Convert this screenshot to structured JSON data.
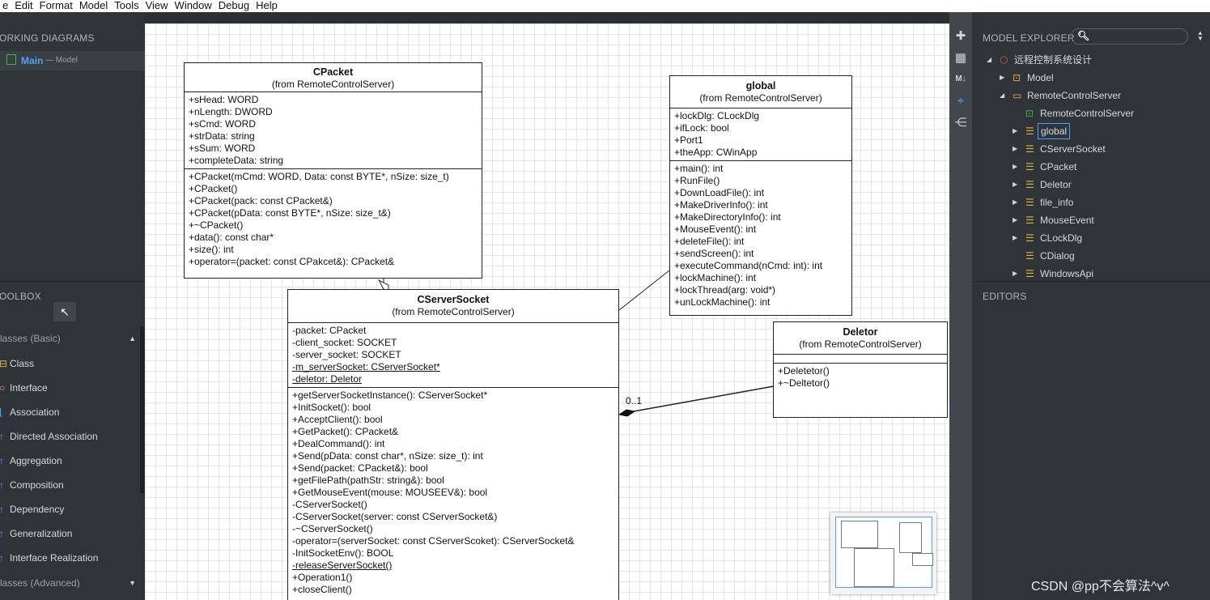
{
  "menu": [
    "e",
    "Edit",
    "Format",
    "Model",
    "Tools",
    "View",
    "Window",
    "Debug",
    "Help"
  ],
  "working_diagrams": {
    "title": "ORKING DIAGRAMS",
    "item_label": "Main",
    "item_sub": "— Model"
  },
  "toolbox": {
    "title": "OOLBOX",
    "section_basic": "lasses (Basic)",
    "section_advanced": "lasses (Advanced)",
    "items": [
      {
        "glyph": "⊟",
        "label": "Class",
        "color": "yellow"
      },
      {
        "glyph": "○",
        "label": "Interface",
        "color": "yellow"
      },
      {
        "glyph": "⌊",
        "label": "Association",
        "color": "blue"
      },
      {
        "glyph": "↑",
        "label": "Directed Association",
        "color": "blue"
      },
      {
        "glyph": "↑",
        "label": "Aggregation",
        "color": "blue"
      },
      {
        "glyph": "↑",
        "label": "Composition",
        "color": "blue"
      },
      {
        "glyph": "↑",
        "label": "Dependency",
        "color": "blue"
      },
      {
        "glyph": "↑",
        "label": "Generalization",
        "color": "blue"
      },
      {
        "glyph": "↑",
        "label": "Interface Realization",
        "color": "blue"
      }
    ]
  },
  "diagram": {
    "cpacket": {
      "name": "CPacket",
      "from": "(from RemoteControlServer)",
      "attrs": [
        "+sHead: WORD",
        "+nLength: DWORD",
        "+sCmd: WORD",
        "+strData: string",
        "+sSum: WORD",
        "+completeData: string"
      ],
      "ops": [
        "+CPacket(mCmd: WORD, Data: const BYTE*, nSize: size_t)",
        "+CPacket()",
        "+CPacket(pack: const CPacket&)",
        "+CPacket(pData: const BYTE*, nSize: size_t&)",
        "+~CPacket()",
        "+data(): const char*",
        "+size(): int",
        "+operator=(packet: const CPakcet&): CPacket&"
      ]
    },
    "global": {
      "name": "global",
      "from": "(from RemoteControlServer)",
      "attrs": [
        "+lockDlg: CLockDlg",
        "+ifLock: bool",
        "+Port1",
        "+theApp: CWinApp"
      ],
      "ops": [
        "+main(): int",
        "+RunFile()",
        "+DownLoadFile(): int",
        "+MakeDriverInfo(): int",
        "+MakeDirectoryInfo(): int",
        "+MouseEvent(): int",
        "+deleteFile(): int",
        "+sendScreen(): int",
        "+executeCommand(nCmd: int): int",
        "+lockMachine(): int",
        "+lockThread(arg: void*)",
        "+unLockMachine(): int"
      ]
    },
    "cserversocket": {
      "name": "CServerSocket",
      "from": "(from RemoteControlServer)",
      "attrs": [
        "-packet: CPacket",
        "-client_socket: SOCKET",
        "-server_socket: SOCKET",
        "-m_serverSocket: CServerSocket*",
        "-deletor: Deletor"
      ],
      "ops": [
        "+getServerSocketInstance(): CServerSocket*",
        "+InitSocket(): bool",
        "+AcceptClient(): bool",
        "+GetPacket(): CPacket&",
        "+DealCommand(): int",
        "+Send(pData: const char*, nSize: size_t): int",
        "+Send(packet: CPacket&): bool",
        "+getFilePath(pathStr: string&): bool",
        "+GetMouseEvent(mouse: MOUSEEV&): bool",
        "-CServerSocket()",
        "-CServerSocket(server: const CServerSocket&)",
        "-~CServerSocket()",
        "-operator=(serverSocket: const CServerScoket): CServerSocket&",
        "-InitSocketEnv(): BOOL",
        "-releaseServerSocket()",
        "+Operation1()",
        "+closeClient()"
      ]
    },
    "deletor": {
      "name": "Deletor",
      "from": "(from RemoteControlServer)",
      "attrs": [],
      "ops": [
        "+Deletetor()",
        "+~Deltetor()"
      ]
    },
    "multiplicity": "0..1"
  },
  "model_explorer": {
    "title": "MODEL EXPLORER",
    "editors_title": "EDITORS",
    "tree": [
      {
        "label": "远程控制系统设计",
        "icon": "⬡",
        "iconColor": "#e05555",
        "indent": 0,
        "twisty": "◢"
      },
      {
        "label": "Model",
        "icon": "⊡",
        "iconColor": "#e3b341",
        "indent": 1,
        "twisty": "▶"
      },
      {
        "label": "RemoteControlServer",
        "icon": "▭",
        "iconColor": "#e3b341",
        "indent": 1,
        "twisty": "◢"
      },
      {
        "label": "RemoteControlServer",
        "icon": "⊡",
        "iconColor": "#3fb34f",
        "indent": 2,
        "twisty": ""
      },
      {
        "label": "global",
        "icon": "☰",
        "iconColor": "#e3b341",
        "indent": 2,
        "twisty": "▶",
        "selected": true
      },
      {
        "label": "CServerSocket",
        "icon": "☰",
        "iconColor": "#e3b341",
        "indent": 2,
        "twisty": "▶"
      },
      {
        "label": "CPacket",
        "icon": "☰",
        "iconColor": "#e3b341",
        "indent": 2,
        "twisty": "▶"
      },
      {
        "label": "Deletor",
        "icon": "☰",
        "iconColor": "#e3b341",
        "indent": 2,
        "twisty": "▶"
      },
      {
        "label": "file_info",
        "icon": "☰",
        "iconColor": "#e3b341",
        "indent": 2,
        "twisty": "▶"
      },
      {
        "label": "MouseEvent",
        "icon": "☰",
        "iconColor": "#e3b341",
        "indent": 2,
        "twisty": "▶"
      },
      {
        "label": "CLockDlg",
        "icon": "☰",
        "iconColor": "#e3b341",
        "indent": 2,
        "twisty": "▶"
      },
      {
        "label": "CDialog",
        "icon": "☰",
        "iconColor": "#e3b341",
        "indent": 2,
        "twisty": ""
      },
      {
        "label": "WindowsApi",
        "icon": "☰",
        "iconColor": "#e3b341",
        "indent": 2,
        "twisty": "▶"
      }
    ]
  },
  "watermark": "CSDN @pp不会算法^v^"
}
